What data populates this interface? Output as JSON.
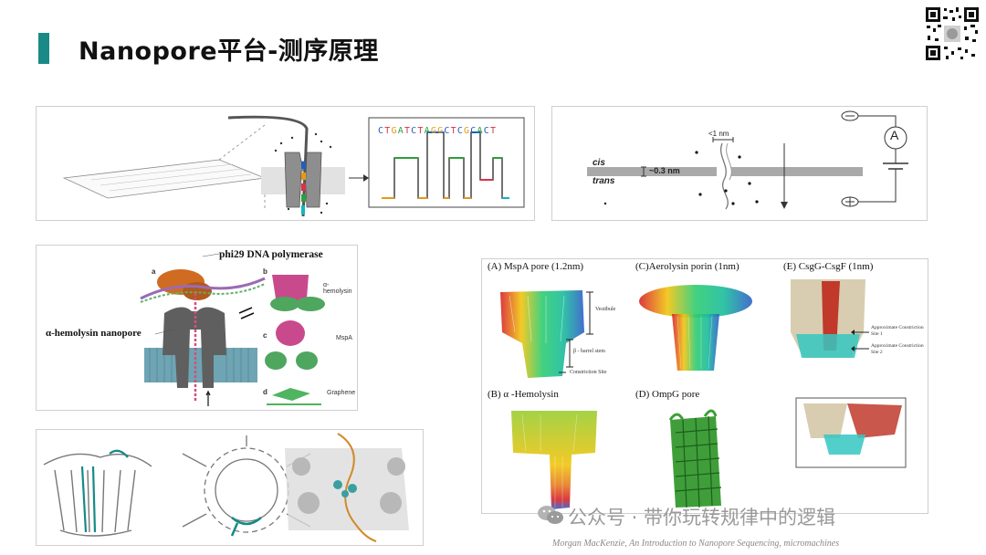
{
  "title": "Nanopore平台-测序原理",
  "panel1": {
    "sequence": [
      "C",
      "T",
      "G",
      "A",
      "T",
      "C",
      "T",
      "A",
      "G",
      "G",
      "C",
      "T",
      "C",
      "G",
      "C",
      "A",
      "C",
      "T"
    ],
    "base_colors": {
      "A": "#2e9e3a",
      "C": "#1f5fbf",
      "G": "#e39a16",
      "T": "#d8334a"
    }
  },
  "panel2": {
    "cis_label": "cis",
    "trans_label": "trans",
    "pore_width": "<1 nm",
    "membrane_thickness": "~0.3 nm",
    "ammeter_label": "A"
  },
  "panel3": {
    "polymerase_label": "phi29 DNA polymerase",
    "hemolysin_label": "α-hemolysin nanopore",
    "sub_a": "a",
    "sub_b": "b",
    "sub_c": "c",
    "sub_d": "d",
    "b_text": "α-hemolysin",
    "c_text": "MspA",
    "d_text": "Graphene"
  },
  "panel5": {
    "A": "(A) MspA pore (1.2nm)",
    "C": "(C)Aerolysin porin (1nm)",
    "E": "(E) CsgG-CsgF (1nm)",
    "B": "(B) α -Hemolysin",
    "D": "(D) OmpG pore",
    "vestibule": "Vestibule",
    "barrel": "β - barrel stem",
    "constriction": "Constriction Site",
    "site1": "Approximate Constriction Site 1",
    "site2": "Approximate Constriction Site 2"
  },
  "watermark": "公众号 · 带你玩转规律中的逻辑",
  "caption": "Morgan MacKenzie, An Introduction to Nanopore Sequencing, micromachines"
}
